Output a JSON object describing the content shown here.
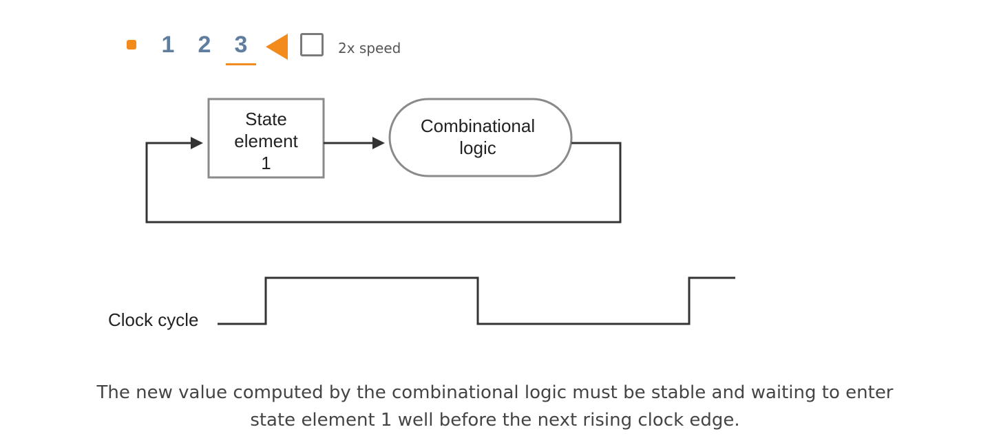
{
  "controls": {
    "stop_icon": "stop-icon",
    "steps": [
      "1",
      "2",
      "3"
    ],
    "current_step": "3",
    "back_icon": "back-triangle-icon",
    "speed_checkbox_checked": false,
    "speed_label": "2x speed"
  },
  "diagram": {
    "state_element": {
      "label_lines": [
        "State",
        "element",
        "1"
      ]
    },
    "combinational_logic": {
      "label_lines": [
        "Combinational",
        "logic"
      ]
    },
    "clock": {
      "label": "Clock cycle",
      "levels": [
        "low",
        "high",
        "low",
        "high"
      ]
    }
  },
  "caption": {
    "lines": [
      "The new value computed by the combinational logic must be stable and waiting to enter",
      "state element 1 well before the next rising clock edge."
    ]
  },
  "colors": {
    "accent": "#f28a1c",
    "step_text": "#5f7d9e",
    "line": "#333333",
    "box_border": "#8a8a8a",
    "checkbox_border": "#7a7a7a",
    "caption_text": "#444444"
  }
}
